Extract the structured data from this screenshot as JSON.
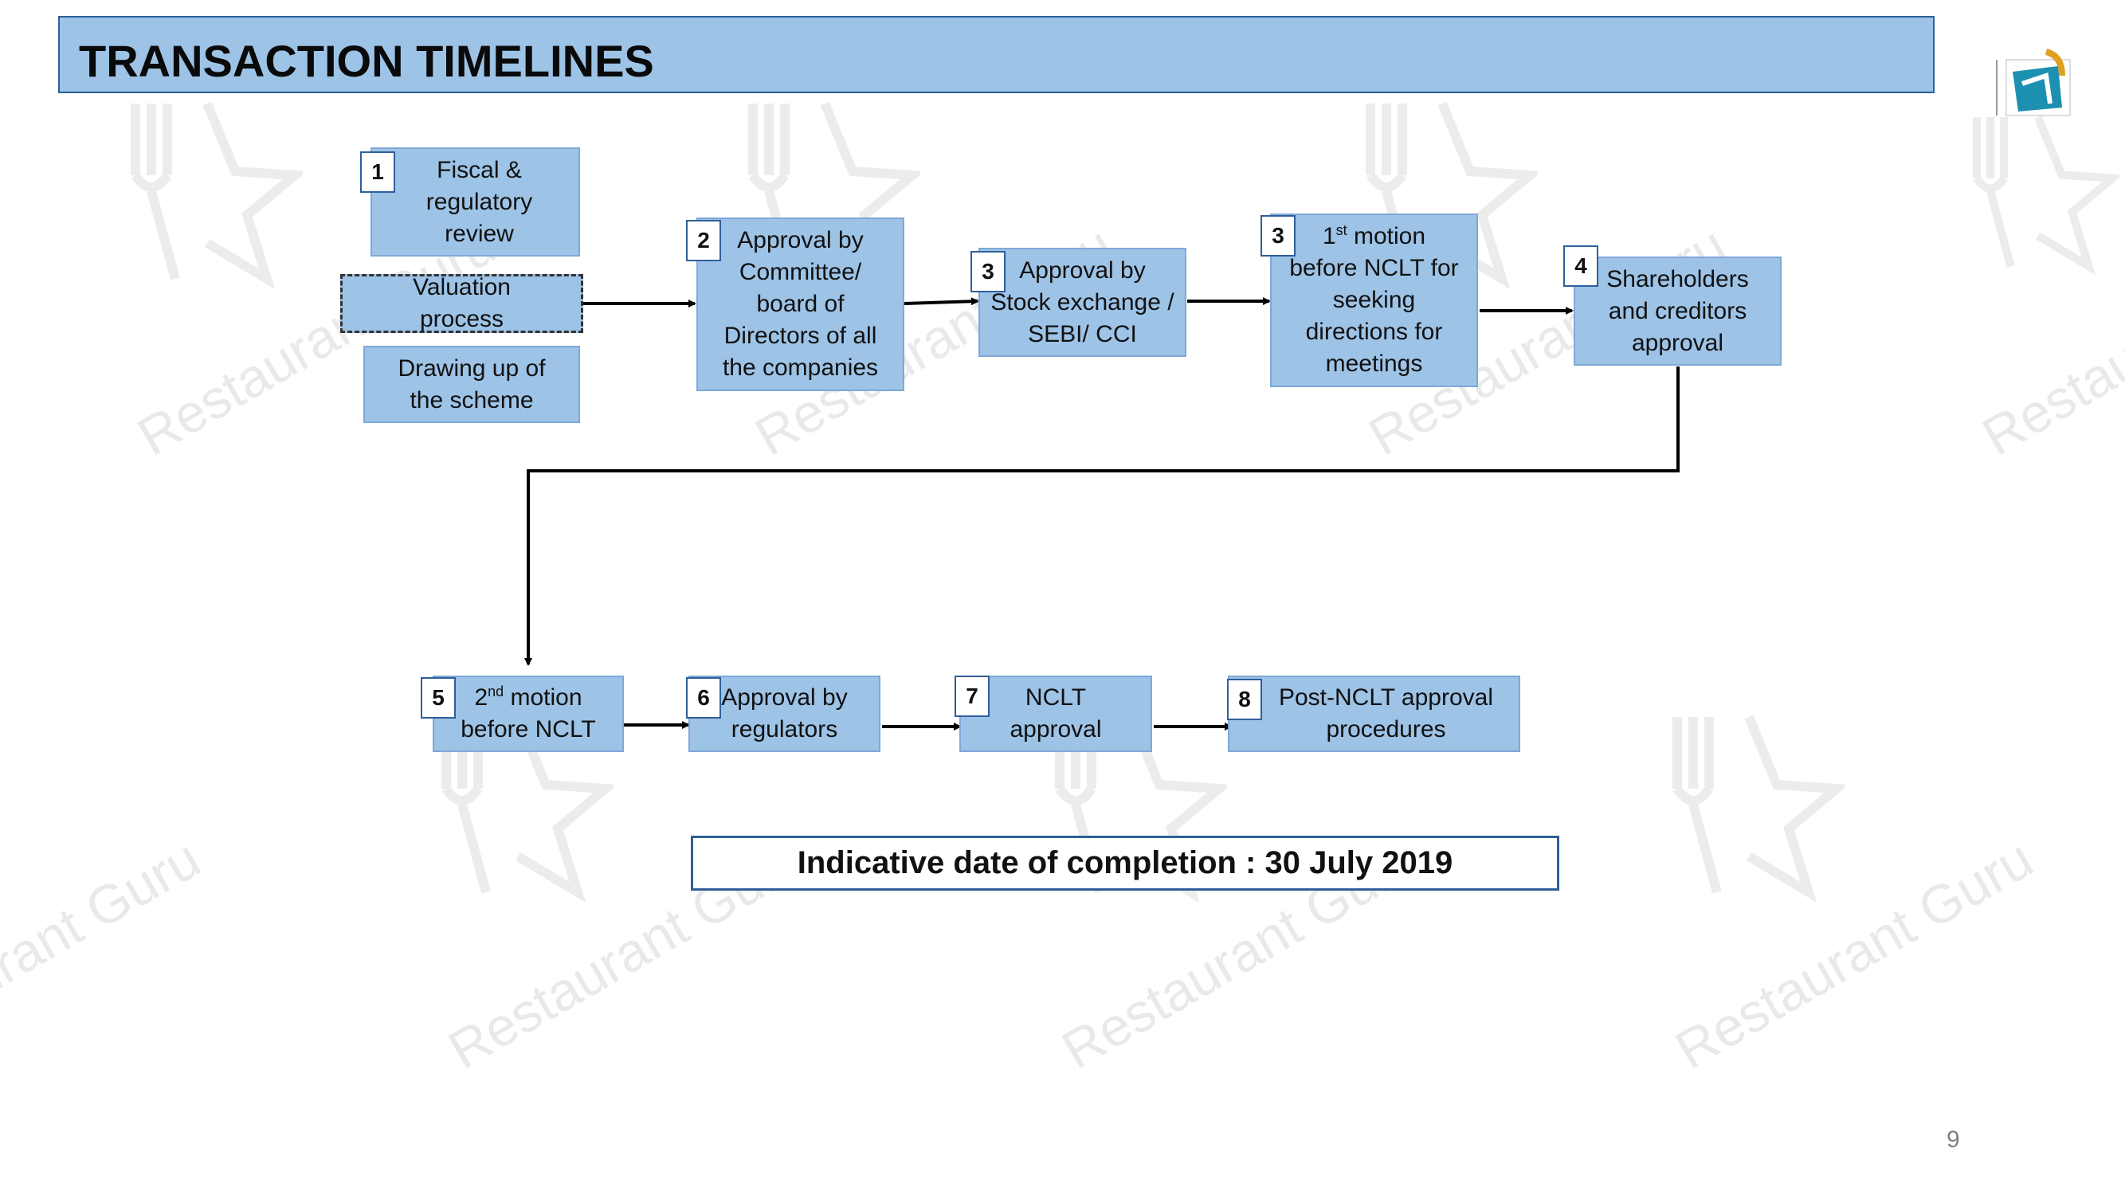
{
  "title": "TRANSACTION TIMELINES",
  "steps": {
    "fiscal": {
      "num": "1",
      "label": "Fiscal &\nregulatory\nreview"
    },
    "valuation": {
      "label": "Valuation\nprocess"
    },
    "drawing": {
      "label": "Drawing up of\nthe scheme"
    },
    "committee": {
      "num": "2",
      "label": "Approval by\nCommittee/\nboard of\nDirectors of all\nthe companies"
    },
    "stock": {
      "num": "3",
      "label": "Approval by\nStock exchange /\nSEBI/ CCI"
    },
    "motion1": {
      "num": "3",
      "ord": "1",
      "sup": "st",
      "rest": " motion",
      "label": "before NCLT for\nseeking\ndirections for\nmeetings"
    },
    "shareholders": {
      "num": "4",
      "label": "Shareholders\nand creditors\napproval"
    },
    "motion2": {
      "num": "5",
      "ord": "2",
      "sup": "nd",
      "rest": " motion",
      "label": "before NCLT"
    },
    "regulators": {
      "num": "6",
      "label": "Approval by\nregulators"
    },
    "nclt": {
      "num": "7",
      "label": "NCLT\napproval"
    },
    "postnclt": {
      "num": "8",
      "label": "Post-NCLT approval\nprocedures"
    }
  },
  "completion": "Indicative date of completion : 30 July 2019",
  "page_number": "9",
  "watermark": "Restaurant Guru",
  "colors": {
    "box": "#9dc3e6",
    "border": "#2e5f9a",
    "arrow": "#000000"
  }
}
